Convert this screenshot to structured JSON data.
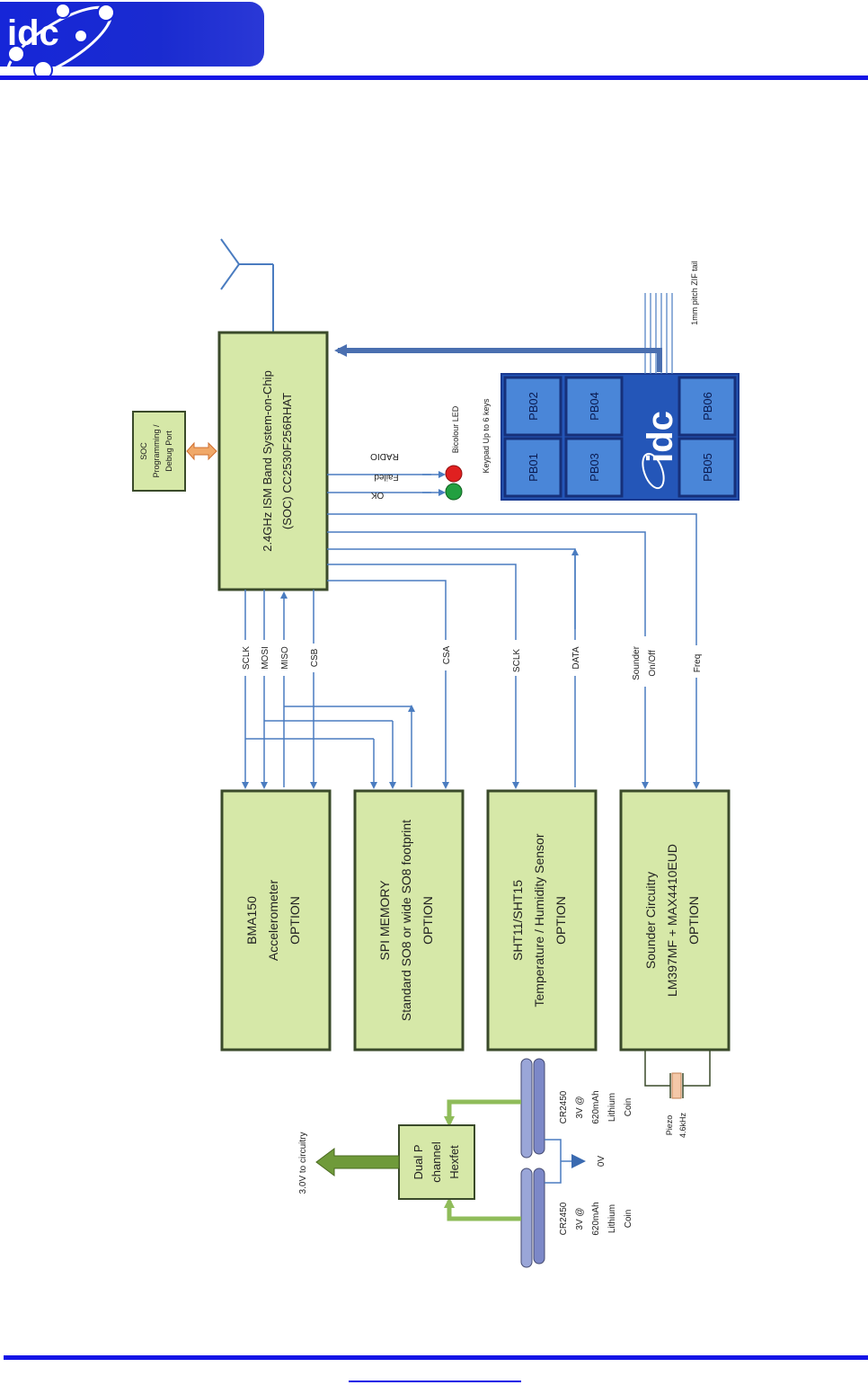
{
  "logo": {
    "text": "idc"
  },
  "diagram": {
    "soc": {
      "line1": "2.4GHz ISM Band System-on-Chip",
      "line2": "(SOC) CC2530F256RHAT"
    },
    "debug_port": {
      "line1": "SOC",
      "line2": "Programming /",
      "line3": "Debug Port"
    },
    "modules": [
      {
        "line1": "BMA150",
        "line2": "Accelerometer",
        "line3": "OPTION"
      },
      {
        "line1": "SPI MEMORY",
        "line2": "Standard SO8 or wide SO8 footprint",
        "line3": "OPTION"
      },
      {
        "line1": "SHT11/SHT15",
        "line2": "Temperature / Humidity Sensor",
        "line3": "OPTION"
      },
      {
        "line1": "Sounder Circuitry",
        "line2": "LM397MF + MAX4410EUD",
        "line3": "OPTION"
      }
    ],
    "signals": {
      "sclk": "SCLK",
      "mosi": "MOSI",
      "miso": "MISO",
      "csb": "CSB",
      "csa": "CSA",
      "sclk2": "SCLK",
      "data": "DATA",
      "sounder1": "Sounder",
      "sounder2": "On/Off",
      "freq": "Freq"
    },
    "led": {
      "ok": "OK",
      "failed": "Failed",
      "radio": "RADIO",
      "label": "Bicolour LED"
    },
    "keypad": {
      "label": "Keypad Up to 6 keys",
      "keys": [
        "PB01",
        "PB02",
        "PB03",
        "PB04",
        "PB05",
        "PB06"
      ],
      "logo": "idc"
    },
    "zif": "1mm pitch ZIF tail",
    "power": {
      "hexfet": [
        "Dual P",
        "channel",
        "Hexfet"
      ],
      "out": "3.0V to circuitry",
      "battery": [
        "CR2450",
        "3V @",
        "620mAh",
        "Lithium",
        "Coin"
      ],
      "gnd": "0V"
    },
    "piezo": [
      "Piezo",
      "4.6kHz"
    ]
  },
  "colors": {
    "box_fill": "#d6e8a8",
    "box_stroke": "#3a4a2a",
    "line": "#4a7cc0",
    "rule": "#1515e6",
    "arrow_green": "#6f9a3a"
  }
}
